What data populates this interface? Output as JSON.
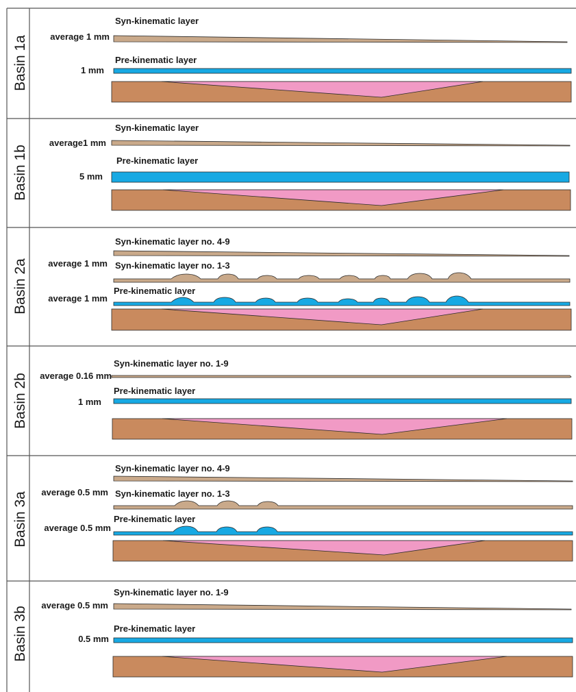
{
  "colors": {
    "syn_kinematic": "#c9a98a",
    "pre_kinematic": "#17a9e3",
    "basement": "#c98a5e",
    "basin_fill": "#f19ac5",
    "outline": "#2a2a2a",
    "grid_line": "#555555"
  },
  "panels": [
    {
      "basin": "Basin 1a",
      "labels": {
        "syn": "Syn-kinematic layer",
        "pre": "Pre-kinematic layer"
      },
      "thickness": {
        "syn": "average 1 mm",
        "pre": "1 mm"
      }
    },
    {
      "basin": "Basin 1b",
      "labels": {
        "syn": "Syn-kinematic layer",
        "pre": "Pre-kinematic layer"
      },
      "thickness": {
        "syn": "average1 mm",
        "pre": "5 mm"
      }
    },
    {
      "basin": "Basin 2a",
      "labels": {
        "syn_upper": "Syn-kinematic layer no. 4-9",
        "syn_lower": "Syn-kinematic layer no. 1-3",
        "pre": "Pre-kinematic layer"
      },
      "thickness": {
        "syn": "average 1 mm",
        "pre": "average 1 mm"
      }
    },
    {
      "basin": "Basin 2b",
      "labels": {
        "syn": "Syn-kinematic layer no. 1-9",
        "pre": "Pre-kinematic layer"
      },
      "thickness": {
        "syn": "average 0.16 mm",
        "pre": "1 mm"
      }
    },
    {
      "basin": "Basin 3a",
      "labels": {
        "syn_upper": "Syn-kinematic layer no. 4-9",
        "syn_lower": "Syn-kinematic layer no. 1-3",
        "pre": "Pre-kinematic layer"
      },
      "thickness": {
        "syn": "average 0.5 mm",
        "pre": "average 0.5 mm"
      }
    },
    {
      "basin": "Basin 3b",
      "labels": {
        "syn": "Syn-kinematic layer no. 1-9",
        "pre": "Pre-kinematic layer"
      },
      "thickness": {
        "syn": "average 0.5 mm",
        "pre": "0.5 mm"
      }
    }
  ]
}
